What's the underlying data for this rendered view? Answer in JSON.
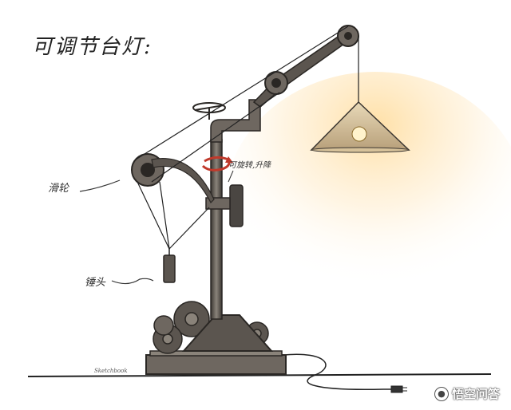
{
  "title": "可调节台灯:",
  "labels": {
    "pulley": "滑轮",
    "weight": "锤头",
    "rotate": "可旋转,升降"
  },
  "signature": "Sketchbook",
  "watermark": {
    "text": "悟空问答",
    "icon": "chat-bubble-icon"
  },
  "colors": {
    "metal": "#4a4642",
    "metal_light": "#7a746c",
    "glow": "#ffdca0",
    "arrow_red": "#c0392b"
  }
}
